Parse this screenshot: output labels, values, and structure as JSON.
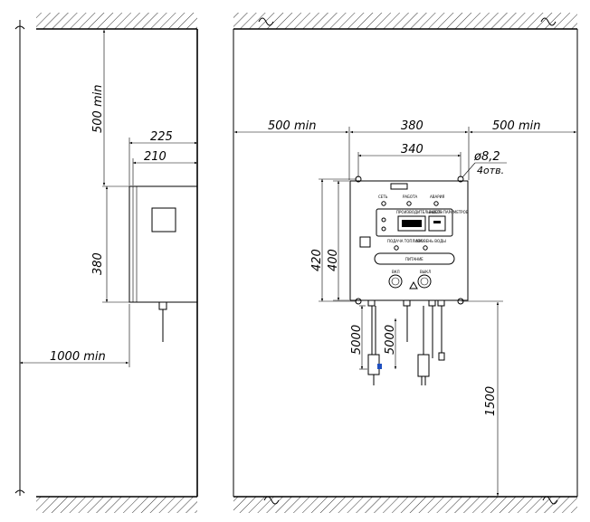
{
  "side_view": {
    "dims": {
      "top_clearance": "500 min",
      "depth_total": "225",
      "depth_body": "210",
      "height": "380",
      "side_clearance": "1000 min"
    }
  },
  "front_view": {
    "dims": {
      "left_clearance": "500 min",
      "width_total": "380",
      "right_clearance": "500 min",
      "hole_spacing": "340",
      "hole_diameter": "ø8,2",
      "hole_count": "4отв.",
      "height_total": "420",
      "height_body": "400",
      "cable_left": "5000",
      "cable_right": "5000",
      "floor_height": "1500"
    },
    "panel_labels": {
      "label_top_left": "СЕТЬ",
      "label_top_center": "РАБОТА",
      "label_top_right": "АВАРИЯ",
      "label_productivity": "ПРОИЗВОДИТЕЛЬНОСТЬ",
      "label_unit": "ВЫБОР ПАРАМЕТРОВ",
      "label_mid_left": "ПОДАЧА ТОПЛИВА",
      "label_mid_right": "УРОВЕНЬ ВОДЫ",
      "label_bar": "ПИТАНИЕ",
      "label_btn_left": "ВКЛ",
      "label_btn_right": "ВЫКЛ"
    }
  }
}
